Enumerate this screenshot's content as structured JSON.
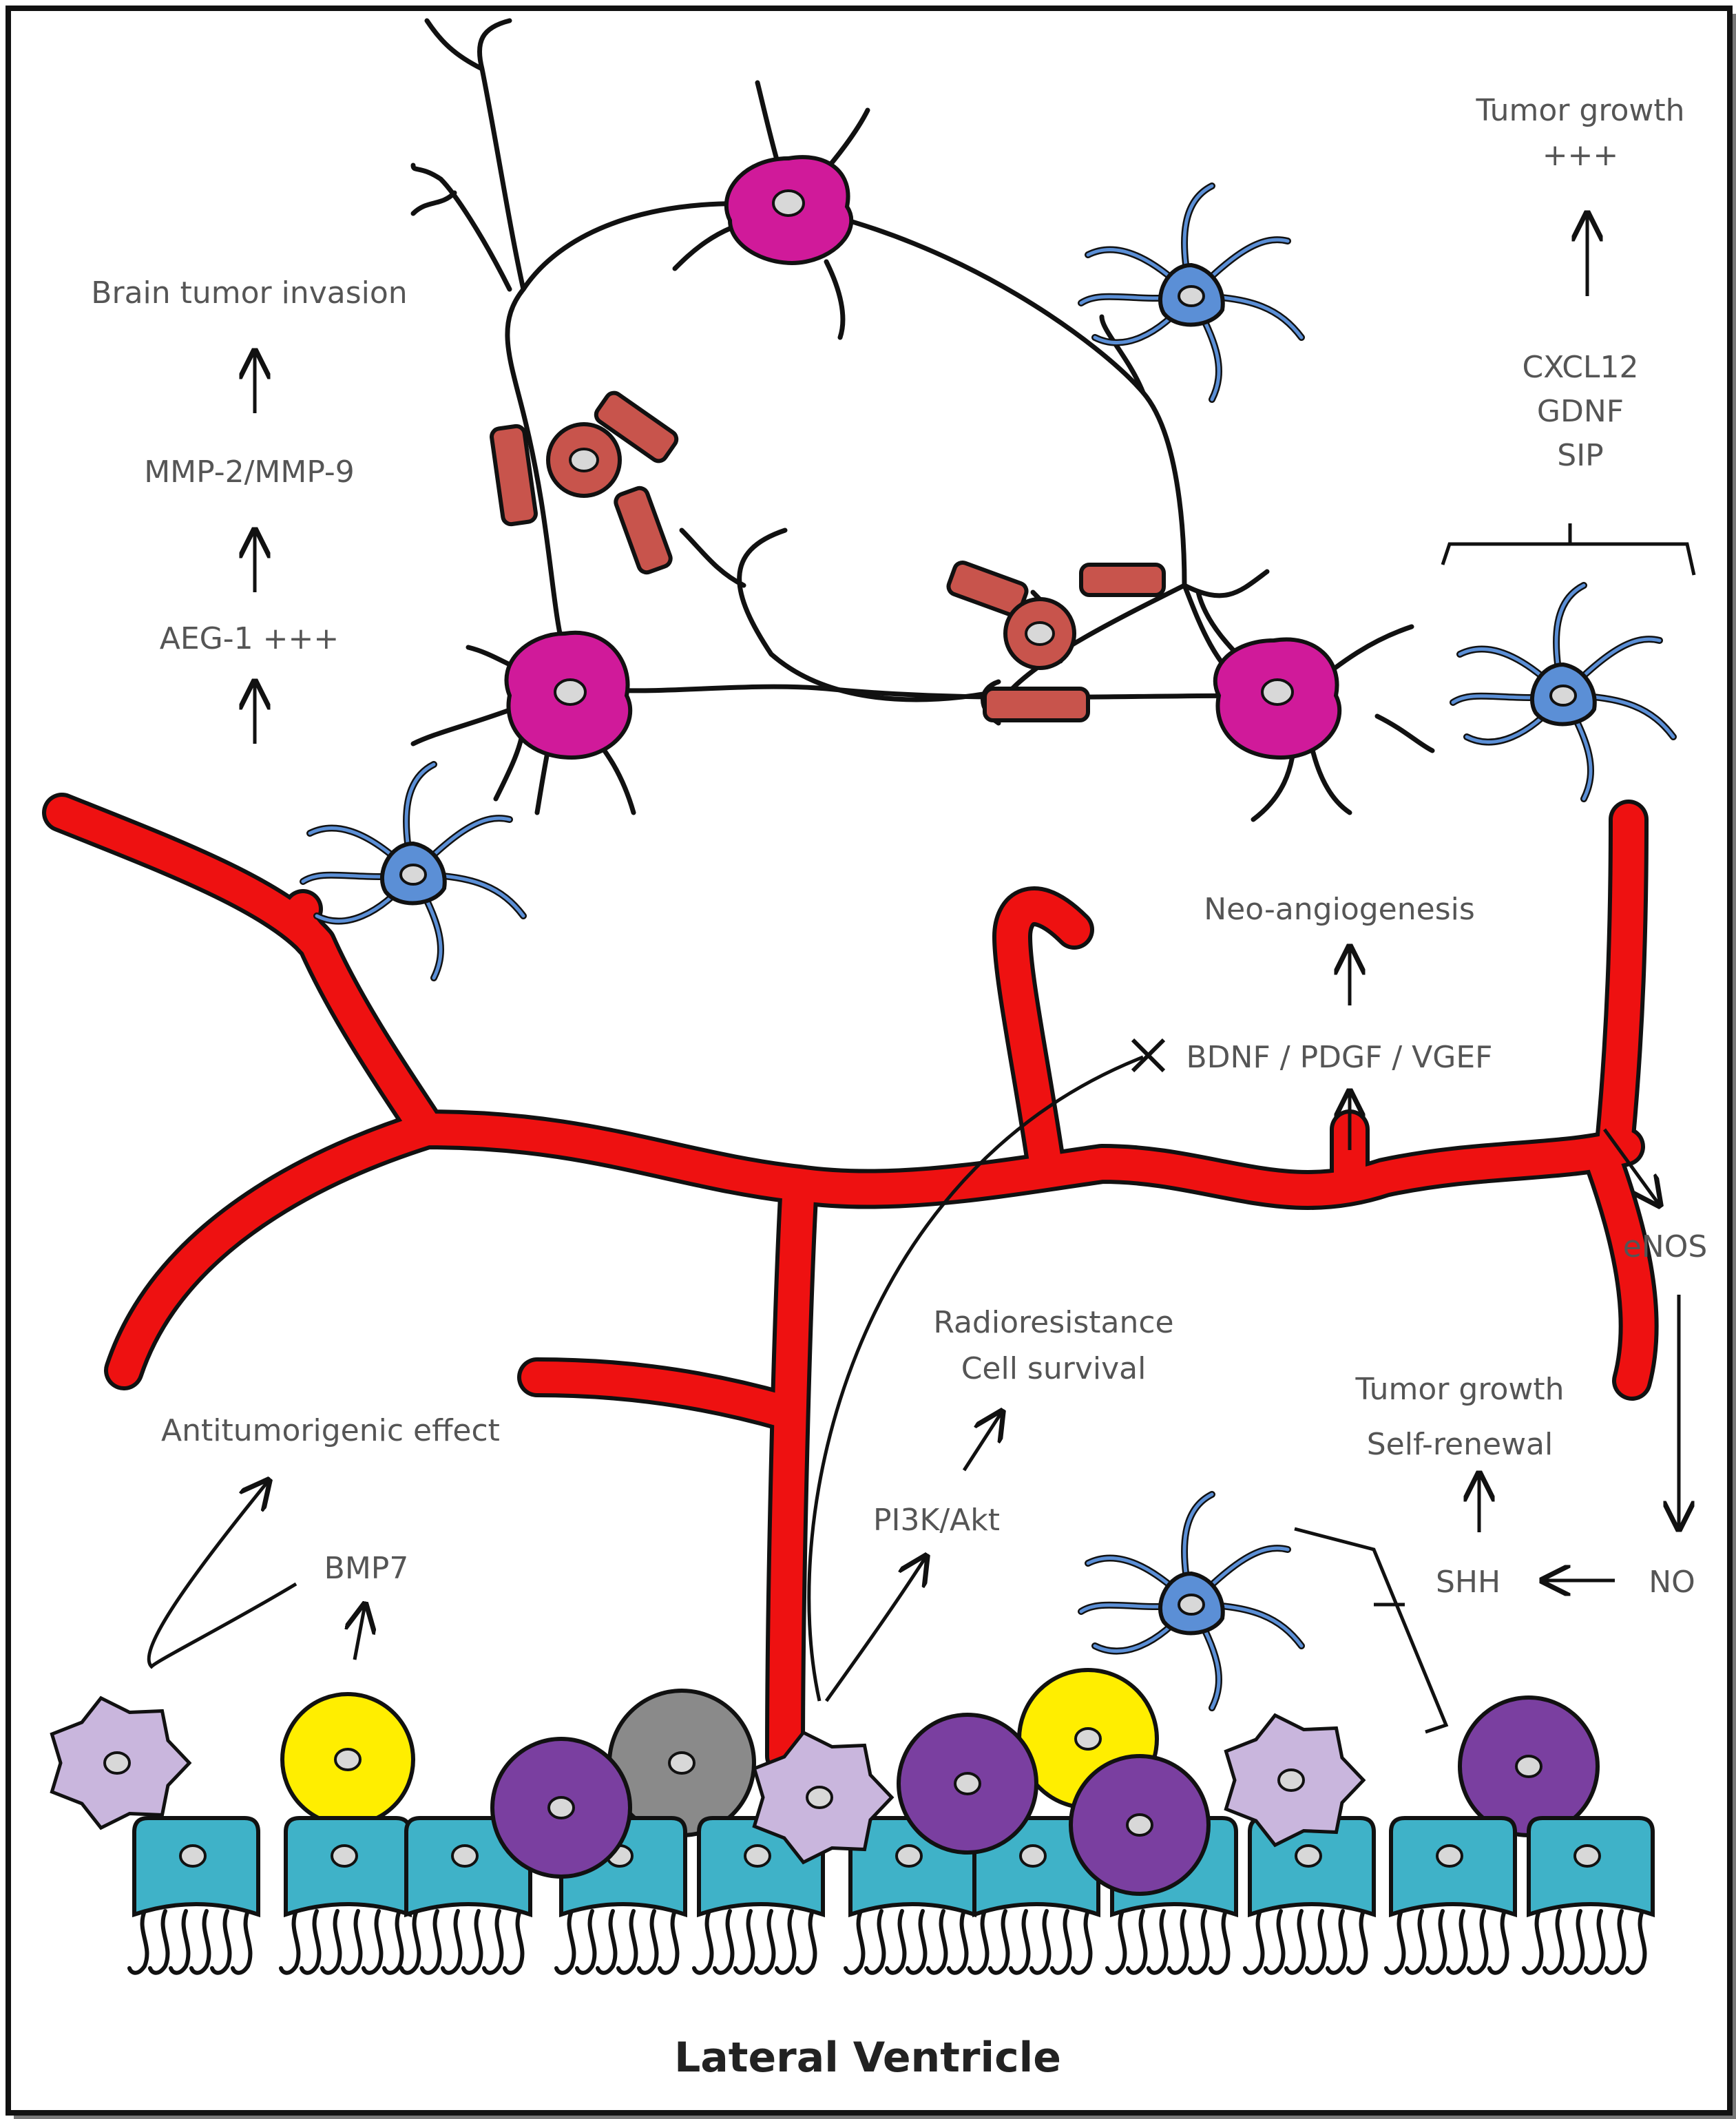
{
  "title": "Lateral Ventricle",
  "labels": {
    "brain_tumor_invasion": "Brain tumor invasion",
    "mmp": "MMP-2/MMP-9",
    "aeg1": "AEG-1 +++",
    "tumor_growth_top": "Tumor growth",
    "tumor_growth_plus": "+++",
    "cxcl12": "CXCL12",
    "gdnf": "GDNF",
    "sip": "SIP",
    "neo_angiogenesis": "Neo-angiogenesis",
    "growth_factors": "BDNF / PDGF / VGEF",
    "enos": "eNOS",
    "radioresistance": "Radioresistance",
    "cell_survival": "Cell survival",
    "tumor_growth_bottom": "Tumor growth",
    "self_renewal": "Self-renewal",
    "antitumorigenic": "Antitumorigenic effect",
    "bmp7": "BMP7",
    "pi3k": "PI3K/Akt",
    "shh": "SHH",
    "no": "NO"
  },
  "colors": {
    "vessel": "#ee1111",
    "neuron": "#d01a9a",
    "astrocyte": "#5b8fd6",
    "rbc": "#c8544c",
    "ependymal": "#3fb2c8",
    "purple_cell": "#7a3fa0",
    "yellow_cell": "#ffee00",
    "gray_cell": "#8a8a8a",
    "microglia": "#c9b6dd"
  }
}
